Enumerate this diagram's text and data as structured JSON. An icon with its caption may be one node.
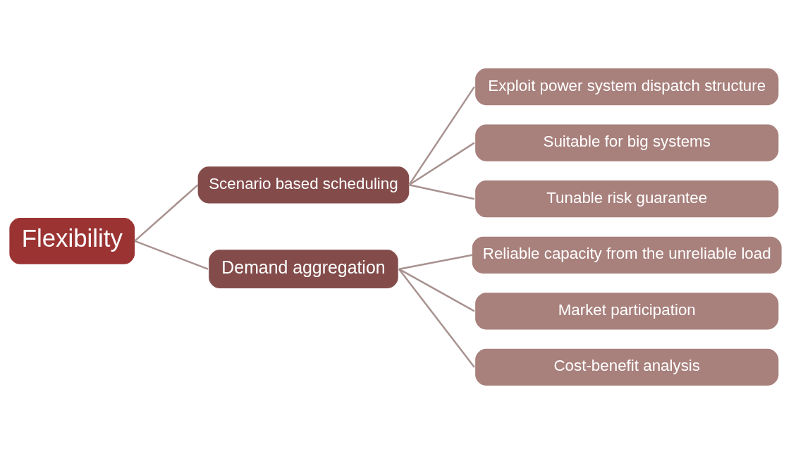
{
  "diagram": {
    "nodes": [
      {
        "text": [
          "Flexibility"
        ]
      },
      {
        "text": [
          "Scenario based scheduling"
        ]
      },
      {
        "text": [
          "Exploit power system dispatch structure"
        ]
      },
      {
        "text": [
          "Suitable for big systems"
        ]
      },
      {
        "text": [
          "Tunable risk guarantee"
        ]
      },
      {
        "text": [
          "Demand aggregation"
        ]
      },
      {
        "text": [
          "Reliable capacity from the unreliable load"
        ]
      },
      {
        "text": [
          "Market participation"
        ]
      },
      {
        "text": [
          "Cost-benefit analysis"
        ]
      }
    ],
    "edges": [
      {
        "from": 0,
        "to": 1,
        "arrow": "none"
      },
      {
        "from": 0,
        "to": 5,
        "arrow": "none"
      },
      {
        "from": 1,
        "to": 2,
        "arrow": "none"
      },
      {
        "from": 1,
        "to": 3,
        "arrow": "none"
      },
      {
        "from": 1,
        "to": 4,
        "arrow": "none"
      },
      {
        "from": 5,
        "to": 6,
        "arrow": "none"
      },
      {
        "from": 5,
        "to": 7,
        "arrow": "none"
      },
      {
        "from": 5,
        "to": 8,
        "arrow": "none"
      }
    ]
  }
}
